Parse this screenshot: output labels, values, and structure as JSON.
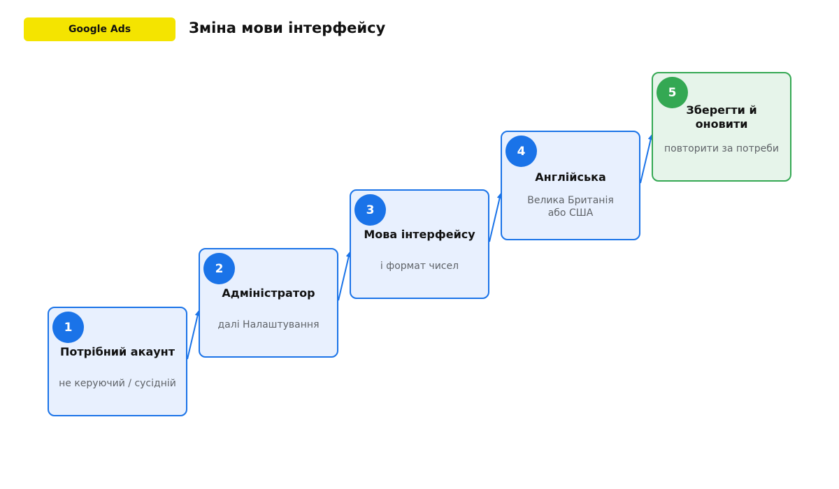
{
  "header": {
    "brand": "Google Ads",
    "title": "Зміна мови інтерфейсу"
  },
  "colors": {
    "brand_yellow": "#f4e400",
    "step_blue": "#1a73e8",
    "step_fill": "#e8f0fe",
    "final_green": "#34a853",
    "final_fill": "#e6f4ea",
    "connector": "#1a73e8"
  },
  "steps": [
    {
      "number": "1",
      "title": "Потрібний акаунт",
      "description": "не керуючий / сусідній"
    },
    {
      "number": "2",
      "title": "Адміністратор",
      "description": "далі Налаштування"
    },
    {
      "number": "3",
      "title": "Мова інтерфейсу",
      "description": "і формат чисел"
    },
    {
      "number": "4",
      "title": "Англійська",
      "description": "Велика Британія\nабо США"
    },
    {
      "number": "5",
      "title": "Зберегти й\nоновити",
      "description": "повторити за потреби"
    }
  ]
}
